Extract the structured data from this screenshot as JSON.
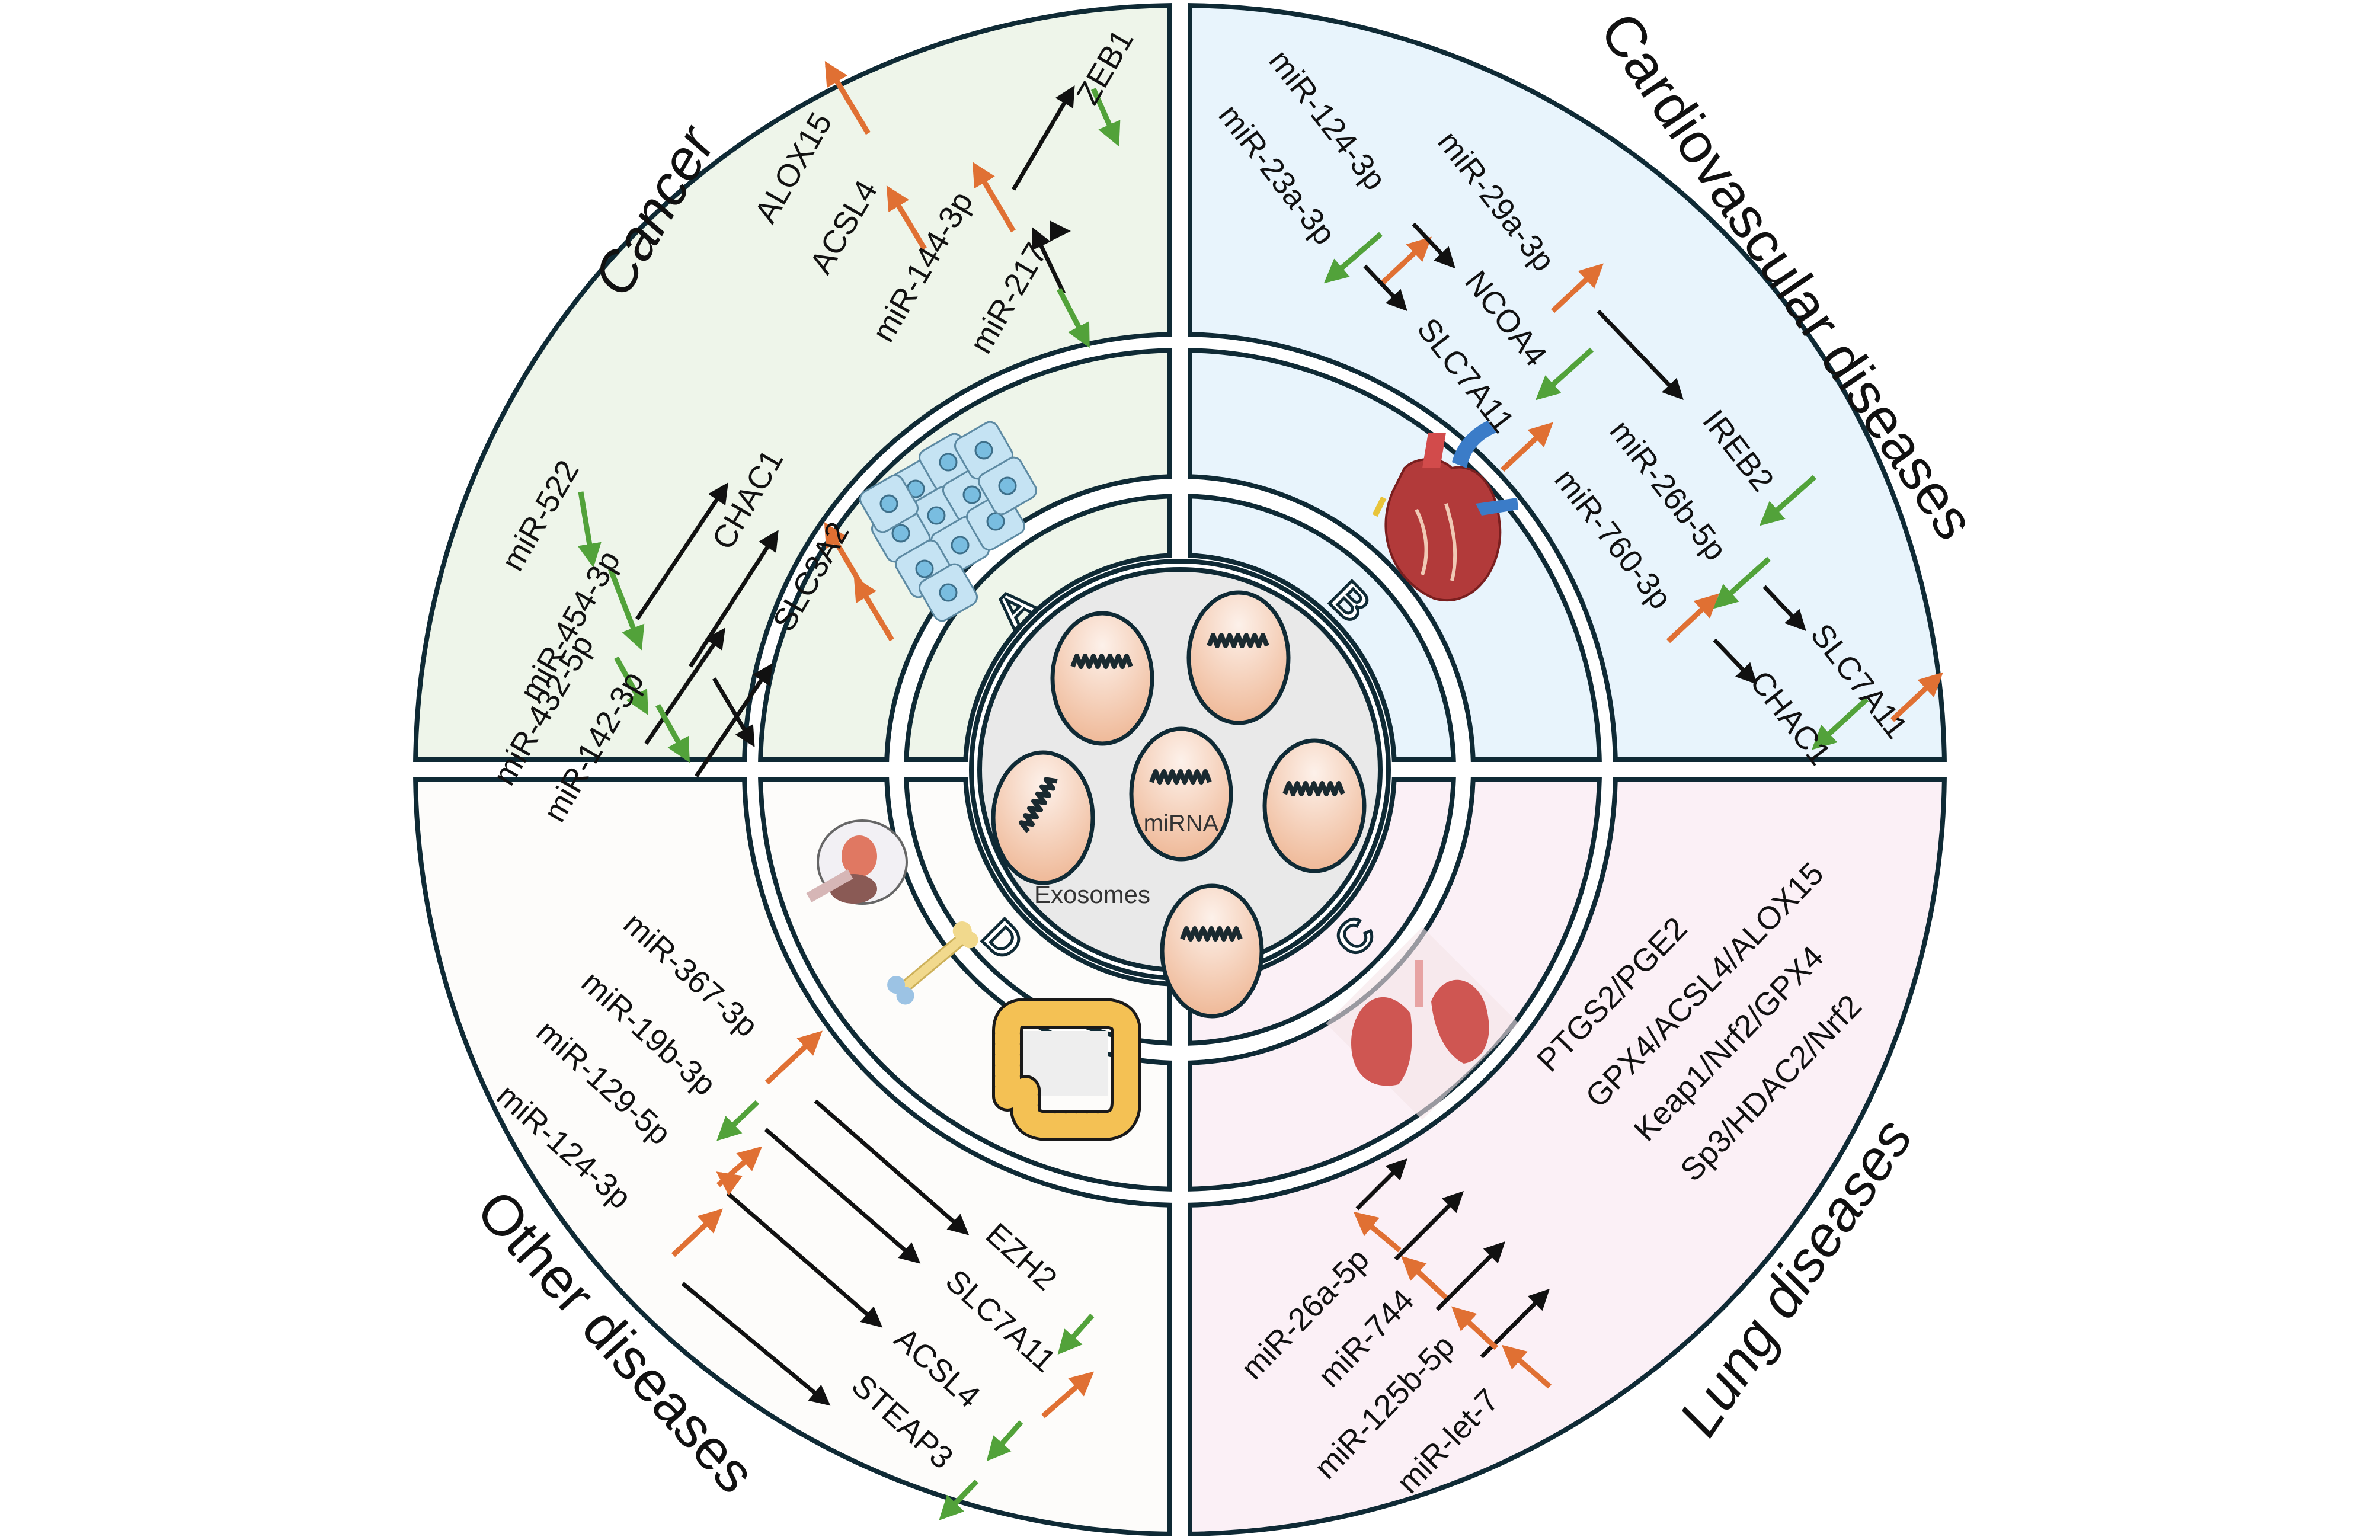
{
  "core": {
    "label_exosomes": "Exosomes",
    "label_mirna": "miRNA",
    "vesicle_count": 6
  },
  "colors": {
    "cancer_fill": "#eef5ea",
    "cardio_fill": "#e8f4fc",
    "lung_fill": "#fbf0f6",
    "other_fill": "#fdfcfa",
    "core_fill": "#e9e9e9",
    "outline": "#0f2a35",
    "up_arrow": "#e07033",
    "down_arrow": "#52a23a",
    "link_arrow": "#111111",
    "vesicle_fill": "#f2c0a0"
  },
  "quadrants": [
    {
      "id": "A",
      "letter": "A",
      "title": "Cancer",
      "icon": "cancer-cells-icon",
      "mirnas": [
        {
          "name": "miR-522",
          "regulation": "down",
          "target": "ALOX15",
          "target_regulation": "up"
        },
        {
          "name": "miR-454-3p",
          "regulation": "down",
          "target": "ACSL4",
          "target_regulation": "up"
        },
        {
          "name": "miR-432-5p",
          "regulation": "down",
          "target": "CHAC1",
          "target_regulation": "up"
        },
        {
          "name": "miR-142-3p",
          "regulation": "down",
          "target": "SLC3A2",
          "target_regulation": "up"
        },
        {
          "name": "miR-144-3p",
          "regulation": "up",
          "target": "ZEB1",
          "target_regulation": "down"
        },
        {
          "name": "miR-217",
          "regulation": "down",
          "target": "",
          "target_regulation": ""
        }
      ],
      "labels": {
        "miR522": "miR-522",
        "miR454": "miR-454-3p",
        "miR432": "miR-432-5p",
        "miR142": "miR-142-3p",
        "miR144": "miR-144-3p",
        "miR217": "miR-217",
        "ALOX15": "ALOX15",
        "ACSL4": "ACSL4",
        "CHAC1": "CHAC1",
        "SLC3A2": "SLC3A2",
        "ZEB1": "ZEB1"
      }
    },
    {
      "id": "B",
      "letter": "B",
      "title": "Cardiovascular diseases",
      "icon": "heart-icon",
      "mirnas": [
        {
          "name": "miR-124-3p",
          "regulation": "up",
          "target": "NCOA4",
          "target_regulation": "down"
        },
        {
          "name": "miR-23a-3p",
          "regulation": "down",
          "target": "SLC7A11",
          "target_regulation": "up"
        },
        {
          "name": "miR-29a-3p",
          "regulation": "up",
          "target": "IREB2",
          "target_regulation": "down"
        },
        {
          "name": "miR-26b-5p",
          "regulation": "down",
          "target": "SLC7A11",
          "target_regulation": "up"
        },
        {
          "name": "miR-760-3p",
          "regulation": "up",
          "target": "CHAC1",
          "target_regulation": "down"
        }
      ],
      "labels": {
        "miR124": "miR-124-3p",
        "miR23a": "miR-23a-3p",
        "miR29a": "miR-29a-3p",
        "NCOA4": "NCOA4",
        "SLC7A11a": "SLC7A11",
        "IREB2": "IREB2",
        "miR26b": "miR-26b-5p",
        "miR760": "miR-760-3p",
        "SLC7A11b": "SLC7A11",
        "CHAC1": "CHAC1"
      }
    },
    {
      "id": "C",
      "letter": "C",
      "title": "Lung diseases",
      "icon": "lungs-icon",
      "mirnas": [
        {
          "name": "miR-26a-5p",
          "regulation": "up",
          "target": "PTGS2/PGE2"
        },
        {
          "name": "miR-744",
          "regulation": "up",
          "target": "GPX4/ACSL4/ALOX15"
        },
        {
          "name": "miR-125b-5p",
          "regulation": "up",
          "target": "Keap1/Nrf2/GPX4"
        },
        {
          "name": "miR-let-7",
          "regulation": "up",
          "target": "Sp3/HDAC2/Nrf2"
        }
      ],
      "labels": {
        "PTGS2": "PTGS2/PGE2",
        "GPX4": "GPX4/ACSL4/ALOX15",
        "Keap1": "Keap1/Nrf2/GPX4",
        "Sp3": "Sp3/HDAC2/Nrf2",
        "miR26a": "miR-26a-5p",
        "miR744": "miR-744",
        "miR125b": "miR-125b-5p",
        "miRlet7": "miR-let-7"
      }
    },
    {
      "id": "D",
      "letter": "D",
      "title": "Other diseases",
      "icon": "brain-bone-colon-icon",
      "mirnas": [
        {
          "name": "miR-367-3p",
          "regulation": "up",
          "target": "EZH2",
          "target_regulation": "down"
        },
        {
          "name": "miR-19b-3p",
          "regulation": "down",
          "target": "SLC7A11",
          "target_regulation": "up"
        },
        {
          "name": "miR-129-5p",
          "regulation": "up",
          "target": "ACSL4",
          "target_regulation": "down"
        },
        {
          "name": "miR-124-3p",
          "regulation": "up",
          "target": "STEAP3",
          "target_regulation": "down"
        }
      ],
      "labels": {
        "miR367": "miR-367-3p",
        "miR19b": "miR-19b-3p",
        "miR129": "miR-129-5p",
        "miR124": "miR-124-3p",
        "EZH2": "EZH2",
        "SLC7A11": "SLC7A11",
        "ACSL4": "ACSL4",
        "STEAP3": "STEAP3"
      }
    }
  ]
}
